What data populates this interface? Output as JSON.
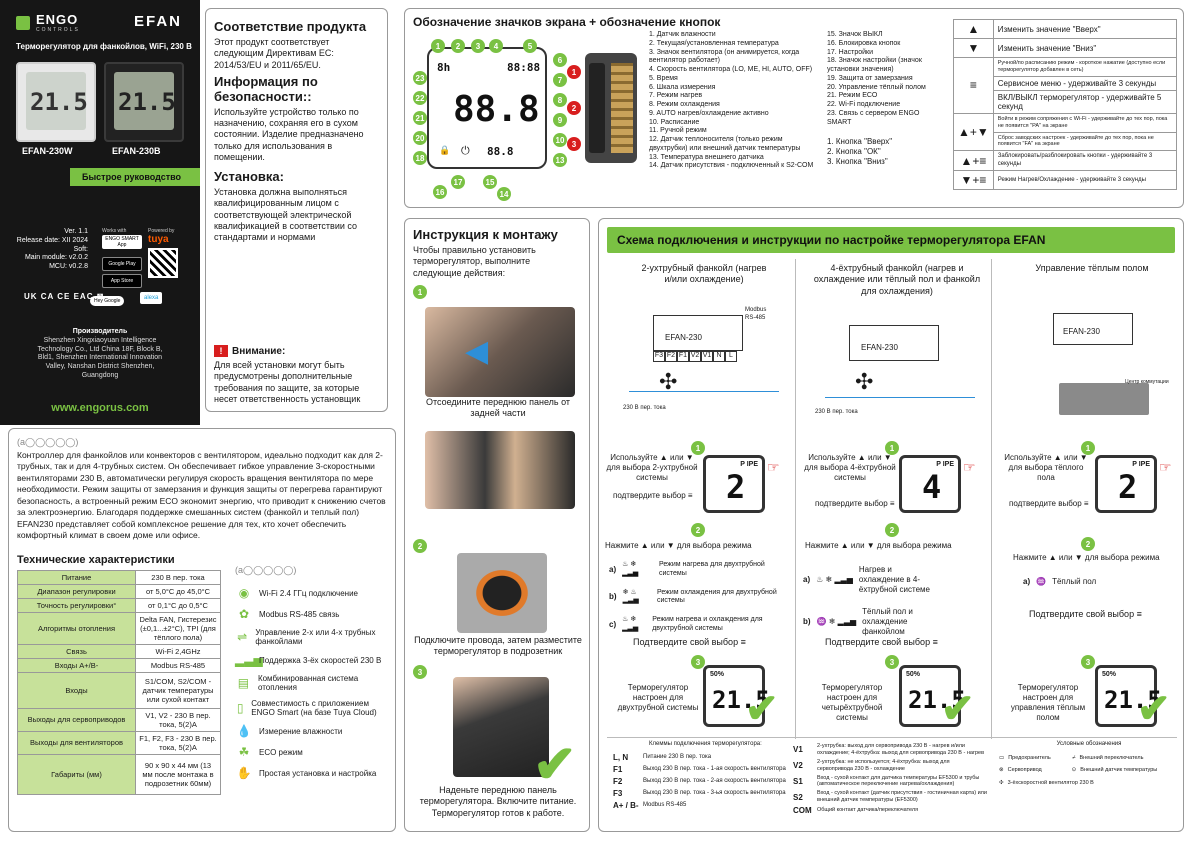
{
  "cover": {
    "brand_left": "ENGO",
    "brand_left_sub": "CONTROLS",
    "brand_right": "EFAN",
    "product_title": "Терморегулятор для фанкойлов, WiFi, 230 В",
    "model_white": "EFAN-230W",
    "model_black": "EFAN-230B",
    "lcd_value": "21.5",
    "quick_guide": "Быстрое руководство",
    "version_info": [
      "Ver. 1.1",
      "Release date: XII 2024",
      "Soft:",
      "Main module: v2.0.2",
      "MCU: v0.2.8"
    ],
    "works_with": "Works with",
    "powered_by": "Powered by",
    "app_badge": "ENGO SMART App",
    "tuya": "tuya",
    "google_play": "Google Play",
    "app_store": "App Store",
    "hey_google": "Hey Google",
    "alexa": "alexa",
    "cert_marks": "UK CA CE EAC ⊠",
    "manufacturer_title": "Производитель",
    "manufacturer_text": "Shenzhen Xingxiaoyuan Intelligence Technology Co., Ltd China 18F, Block B, Bld1, Shenzhen International Innovation Valley, Nanshan District Shenzhen, Guangdong",
    "website": "www.engorus.com"
  },
  "compliance": {
    "title": "Соответствие продукта",
    "text": "Этот продукт соответствует следующим Директивам ЕС: 2014/53/EU и 2011/65/EU.",
    "safety_title": "Информация по безопасности::",
    "safety_text": "Используйте устройство только по назначению, сохраняя его в сухом состоянии. Изделие предназначено только для использования в помещении.",
    "install_title": "Установка:",
    "install_text": "Установка должна выполняться квалифицированным лицом с соответствующей электрической квалификацией в соответствии со стандартами и нормами",
    "warning_title": "Внимание:",
    "warning_text": "Для всей установки могут быть предусмотрены дополнительные требования по защите, за которые несет ответственность установщик"
  },
  "icons_section": {
    "title": "Обозначение значков экрана + обозначение кнопок",
    "display_mode": "8h",
    "display_clock": "88:88",
    "display_big": "88.8",
    "display_small": "88.8",
    "legend_a": [
      "1.  Датчик влажности",
      "2.  Текущая/установленная температура",
      "3.  Значок вентилятора (он анимируется, когда вентилятор работает)",
      "4.  Скорость вентилятора (LO, ME, HI, AUTO, OFF)",
      "5.  Время",
      "6.  Шкала измерения",
      "7.  Режим нагрев",
      "8.  Режим охлаждения",
      "9.  AUTO нагрев/охлаждение активно",
      "10. Расписание",
      "11. Ручной режим",
      "12. Датчик теплоносителя (только режим двухтрубки) или внешний датчик температуры",
      "13. Температура внешнего датчика",
      "14. Датчик присутствия - подключенный к S2-COM"
    ],
    "legend_b": [
      "15. Значок ВЫКЛ",
      "16. Блокировка кнопок",
      "17. Настройки",
      "18. Значок настройки (значок установки значения)",
      "19. Защита от замерзания",
      "20. Управление тёплый полом",
      "21. Режим ECO",
      "22. Wi-Fi подключение",
      "23. Связь с сервером ENGO SMART"
    ],
    "buttons_legend": [
      "1. Кнопка \"Вверх\"",
      "2. Кнопка \"ОК\"",
      "3. Кнопка \"Вниз\""
    ],
    "button_table": [
      {
        "symbol": "▲",
        "text": "Изменить значение \"Вверх\""
      },
      {
        "symbol": "▼",
        "text": "Изменить значение \"Вниз\""
      },
      {
        "symbol": "≡",
        "text": "Ручной/по расписанию режим - короткое нажатие (доступно если терморегулятор добавлен в сеть)"
      },
      {
        "symbol": "",
        "text": "Сервисное меню - удерживайте 3 секунды"
      },
      {
        "symbol": "",
        "text": "ВКЛ/ВЫКЛ терморегулятор - удерживайте 5 секунд"
      },
      {
        "symbol": "▲+▼",
        "text": "Войти в режим сопряжения с Wi-Fi - удерживайте до тех пор, пока не появится \"PA\" на экране"
      },
      {
        "symbol": "",
        "text": "Сброс заводских настроек - удерживайте до тех пор, пока не появится \"FA\" на экране"
      },
      {
        "symbol": "▲+≡",
        "text": "Заблокировать/разблокировать кнопки - удерживайте 3 секунды"
      },
      {
        "symbol": "▼+≡",
        "text": "Режим Нагрев/Охлаждение - удерживайте 3 секунды"
      }
    ]
  },
  "mounting": {
    "title": "Инструкция к монтажу",
    "intro": "Чтобы правильно установить терморегулятор, выполните следующие действия:",
    "step1": "Отсоедините переднюю панель от задней части",
    "step2": "Подключите провода, затем разместите терморегулятор в подрозетник",
    "step3": "Наденьте переднюю панель терморегулятора. Включите питание. Терморегулятор готов к работе."
  },
  "wiring": {
    "title": "Схема подключения и инструкции по настройке терморегулятора EFAN",
    "col1_title": "2-ухтрубный фанкойл (нагрев и/или охлаждение)",
    "col2_title": "4-ёхтрубный фанкойл (нагрев и охлаждение или тёплый пол и фанкойл для охлаждения)",
    "col3_title": "Управление тёплым полом",
    "device_label": "EFAN-230",
    "terminals": [
      "F3",
      "F2",
      "F1",
      "V2",
      "V1",
      "N",
      "L"
    ],
    "voltage": "230 В пер. тока",
    "modbus": "Modbus RS-485",
    "hub_label": "Центр коммутации",
    "use_prefix": "Используйте",
    "use_suffix": "или",
    "col1_select": "для выбора 2-ухтрубной системы",
    "col2_select": "для выбора 4-ёхтрубной системы",
    "col3_select": "для выбора тёплого пола",
    "confirm_select": "подтвердите выбор",
    "press_mode": "Нажмите ▲ или ▼ для выбора режима",
    "col1_modes": [
      {
        "key": "a)",
        "text": "Режим нагрева для двухтрубной системы"
      },
      {
        "key": "b)",
        "text": "Режим охлаждения для двухтрубной системы"
      },
      {
        "key": "c)",
        "text": "Режим нагрева и охлаждения для двухтрубной системы"
      }
    ],
    "col2_modes": [
      {
        "key": "a)",
        "text": "Нагрев и охлаждение в 4-ёхтрубной системе"
      },
      {
        "key": "b)",
        "text": "Тёплый пол и охлаждение фанкойлом"
      }
    ],
    "col3_modes": [
      {
        "key": "a)",
        "text": "Тёплый пол"
      }
    ],
    "confirm_choice": "Подтвердите свой выбор",
    "col1_ready": "Терморегулятор настроен для двухтрубной системы",
    "col2_ready": "Терморегулятор настроен для четырёхтрубной системы",
    "col3_ready": "Терморегулятор настроен для управления тёплым полом",
    "pipe_label": "P IPE",
    "pipe2": "2",
    "pipe4": "4",
    "final_temp": "21.5",
    "humidity": "50%"
  },
  "terminals_legend": {
    "title": "Клеммы подключения терморегулятора:",
    "rows": [
      {
        "k": "L, N",
        "v": "Питание 230 В пер. тока"
      },
      {
        "k": "F1",
        "v": "Выход 230 В пер. тока - 1-ая скорость вентилятора"
      },
      {
        "k": "F2",
        "v": "Выход 230 В пер. тока - 2-ая скорость вентилятора"
      },
      {
        "k": "F3",
        "v": "Выход 230 В пер. тока - 3-ья скорость вентилятора"
      },
      {
        "k": "A+ / B-",
        "v": "Modbus RS-485"
      }
    ],
    "rows2": [
      {
        "k": "V1",
        "v": "2-ухтрубка: выход для сервопривода 230 В - нагрев и/или охлаждение; 4-ёхтрубка: выход для сервопривода 230 В - нагрев"
      },
      {
        "k": "V2",
        "v": "2-ухтрубка: не используется; 4-ёхтрубка: выход для сервопривода 230 В - охлаждение"
      },
      {
        "k": "S1",
        "v": "Вход - сухой контакт для датчика температуры EF5300 и трубы (автоматическое переключение нагрева/охлаждения)"
      },
      {
        "k": "S2",
        "v": "Вход - сухой контакт (датчик присутствия - гостиничная карта) или внешний датчик температуры (EF5300)"
      },
      {
        "k": "COM",
        "v": "Общий контакт датчика/переключателя"
      }
    ],
    "symbols_title": "Условные обозначения",
    "fuse": "Предохранитель",
    "switch": "Внешний переключатель",
    "servo": "Сервопривод",
    "ext_sensor": "Внешний датчик температуры",
    "fan3": "3-ёхскоростной вентилятор 230 В"
  },
  "description": {
    "text": "Контроллер для фанкойлов или конвекторов с вентилятором, идеально подходит как для 2-трубных, так и для 4-трубных систем. Он обеспечивает гибкое управление 3-скоростными вентиляторами 230 В, автоматически регулируя скорость вращения вентилятора по мере необходимости. Режим защиты от замерзания и функция защиты от перегрева гарантируют безопасность, а встроенный режим ECO экономит энергию, что приводит к снижению счетов за электроэнергию. Благодаря поддержке смешанных систем (фанкойл и теплый пол) EFAN230 представляет собой комплексное решение для тех, кто хочет обеспечить комфортный климат в своем доме или офисе.",
    "specs_title": "Технические характеристики",
    "specs": [
      {
        "k": "Питание",
        "v": "230 В пер. тока"
      },
      {
        "k": "Диапазон регулировки",
        "v": "от 5,0°C до 45,0°C"
      },
      {
        "k": "Точность регулировки°",
        "v": "от 0,1°C до 0,5°C"
      },
      {
        "k": "Алгоритмы отопления",
        "v": "Delta FAN, Гистерезис (±0,1...±2°C), TPI (для тёплого пола)"
      },
      {
        "k": "Связь",
        "v": "Wi-Fi 2,4GHz"
      },
      {
        "k": "Входы A+/B-",
        "v": "Modbus RS-485"
      },
      {
        "k": "Входы",
        "v": "S1/COM, S2/COM - датчик температуры или сухой контакт"
      },
      {
        "k": "Выходы для сервоприводов",
        "v": "V1, V2 - 230 В пер. тока, 5(2)A"
      },
      {
        "k": "Выходы для вентиляторов",
        "v": "F1, F2, F3 - 230 В пер. тока, 5(2)A"
      },
      {
        "k": "Габариты (мм)",
        "v": "90 x 90 x 44 мм (13 мм после монтажа в подрозетник 60мм)"
      }
    ],
    "features": [
      {
        "icon": "wifi-icon",
        "text": "Wi-Fi 2.4 ГГц подключение"
      },
      {
        "icon": "modbus-icon",
        "text": "Modbus RS-485 связь"
      },
      {
        "icon": "pipes-icon",
        "text": "Управление 2-х или 4-х трубных фанкойлами"
      },
      {
        "icon": "speed-icon",
        "text": "Поддержка 3-ёх скоростей 230 В"
      },
      {
        "icon": "heating-icon",
        "text": "Комбинированная система отопления"
      },
      {
        "icon": "app-icon",
        "text": "Совместимость с приложением ENGO Smart (на базе Tuya Cloud)"
      },
      {
        "icon": "humidity-icon",
        "text": "Измерение влажности"
      },
      {
        "icon": "eco-icon",
        "text": "ECO режим"
      },
      {
        "icon": "install-icon",
        "text": "Простая установка и настройка"
      }
    ]
  }
}
